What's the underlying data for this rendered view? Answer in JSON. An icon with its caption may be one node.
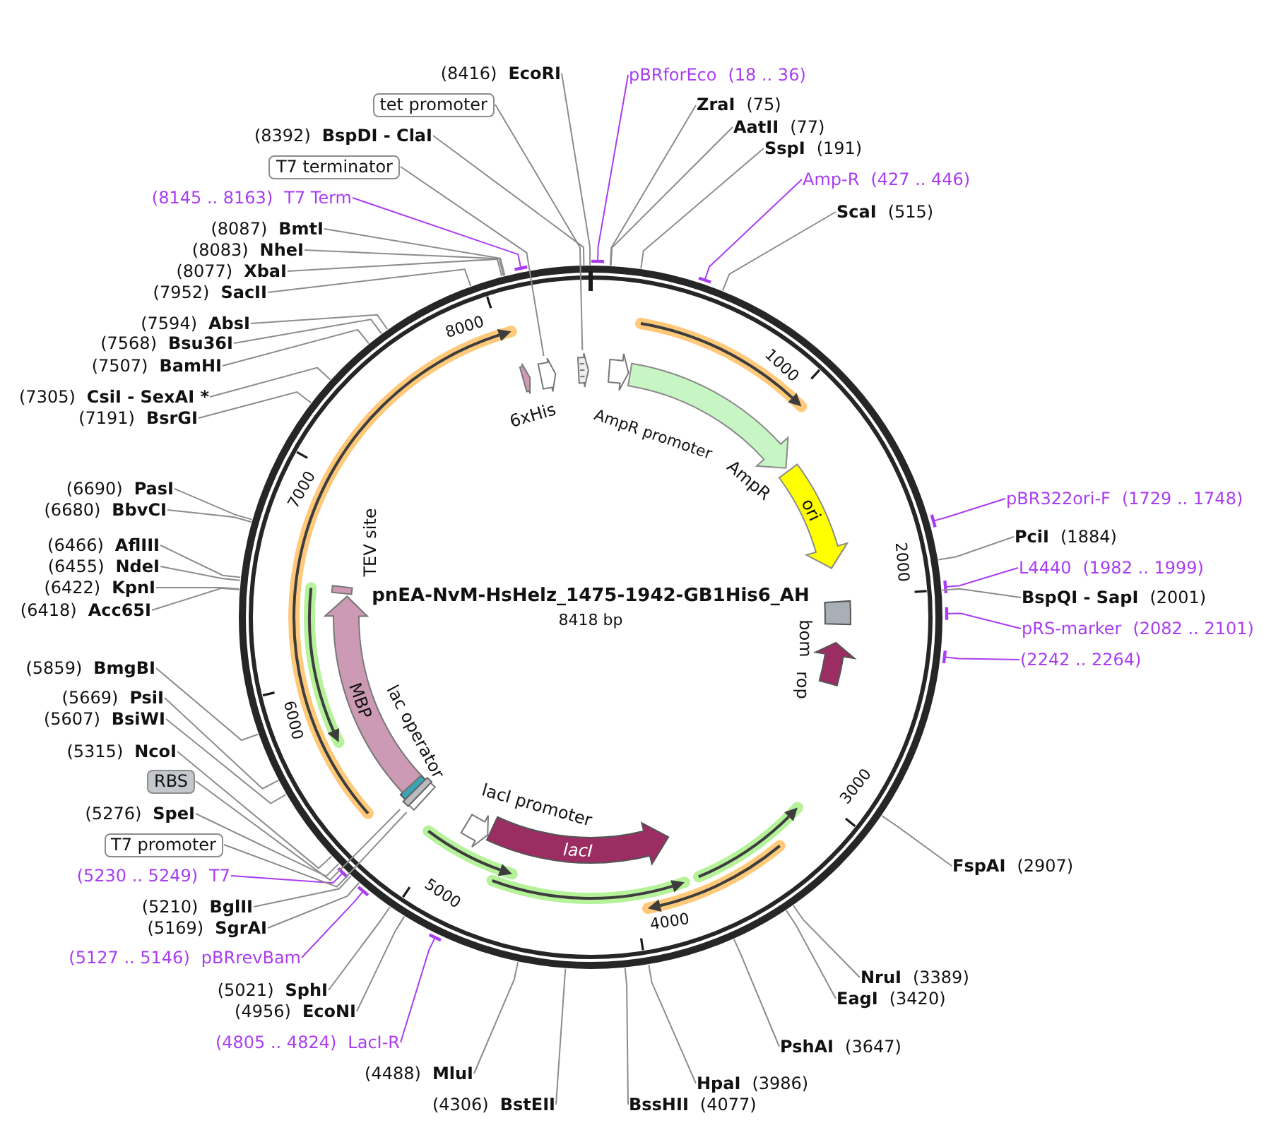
{
  "diagram": {
    "title": "pnEA-NvM-HsHelz_1475-1942-GB1His6_AH",
    "nodes": [
      {
        "text": [
          "pBRforEco",
          "(18 .. 36)"
        ]
      },
      {
        "text": [
          "ZraI",
          "(75)"
        ]
      },
      {
        "text": [
          "AatII",
          "(77)"
        ]
      },
      {
        "text": [
          "SspI",
          "(191)"
        ]
      },
      {
        "text": [
          "Amp-R",
          "(427 .. 446)"
        ]
      },
      {
        "text": [
          "ScaI",
          "(515)"
        ]
      },
      {
        "text": [
          "pBR322ori-F",
          "(1729 .. 1748)"
        ]
      },
      {
        "text": [
          "PciI",
          "(1884)"
        ]
      },
      {
        "text": [
          "L4440",
          "(1982 .. 1999)"
        ]
      },
      {
        "text": [
          "BspQI - SapI",
          "(2001)"
        ]
      },
      {
        "text": [
          "pRS-marker",
          "(2082 .. 2101)"
        ]
      },
      {
        "text": [
          "(2242 .. 2264)"
        ]
      },
      {
        "text": [
          "FspAI",
          "(2907)"
        ]
      },
      {
        "text": [
          "NruI",
          "(3389)"
        ]
      },
      {
        "text": [
          "EagI",
          "(3420)"
        ]
      },
      {
        "text": [
          "PshAI",
          "(3647)"
        ]
      },
      {
        "text": [
          "HpaI",
          "(3986)"
        ]
      },
      {
        "text": [
          "BssHII",
          "(4077)"
        ]
      },
      {
        "text": [
          "(4306)",
          "BstEII"
        ]
      },
      {
        "text": [
          "(4488)",
          "MluI"
        ]
      },
      {
        "text": [
          "(4805 .. 4824)",
          "LacI-R"
        ]
      },
      {
        "text": [
          "(4956)",
          "EcoNI"
        ]
      },
      {
        "text": [
          "(5021)",
          "SphI"
        ]
      },
      {
        "text": [
          "(5127 .. 5146)",
          "pBRrevBam"
        ]
      },
      {
        "text": [
          "(5169)",
          "SgrAI"
        ]
      },
      {
        "text": [
          "(5210)",
          "BglII"
        ]
      },
      {
        "text": [
          "(5230 .. 5249)",
          "T7"
        ]
      },
      {
        "text": [
          "T7 promoter"
        ]
      },
      {
        "text": [
          "(5276)",
          "SpeI"
        ]
      },
      {
        "text": [
          "RBS"
        ]
      },
      {
        "text": [
          "(5315)",
          "NcoI"
        ]
      },
      {
        "text": [
          "(5607)",
          "BsiWI"
        ]
      },
      {
        "text": [
          "(5669)",
          "PsiI"
        ]
      },
      {
        "text": [
          "(5859)",
          "BmgBI"
        ]
      },
      {
        "text": [
          "(6418)",
          "Acc65I"
        ]
      },
      {
        "text": [
          "(6422)",
          "KpnI"
        ]
      },
      {
        "text": [
          "(6455)",
          "NdeI"
        ]
      },
      {
        "text": [
          "(6466)",
          "AflIII"
        ]
      },
      {
        "text": [
          "(6680)",
          "BbvCI"
        ]
      },
      {
        "text": [
          "(6690)",
          "PasI"
        ]
      },
      {
        "text": [
          "(7191)",
          "BsrGI"
        ]
      },
      {
        "text": [
          "(7305)",
          "CsiI - SexAI *"
        ]
      },
      {
        "text": [
          "(7507)",
          "BamHI"
        ]
      },
      {
        "text": [
          "(7568)",
          "Bsu36I"
        ]
      },
      {
        "text": [
          "(7594)",
          "AbsI"
        ]
      },
      {
        "text": [
          "(7952)",
          "SacII"
        ]
      },
      {
        "text": [
          "(8077)",
          "XbaI"
        ]
      },
      {
        "text": [
          "(8083)",
          "NheI"
        ]
      },
      {
        "text": [
          "(8087)",
          "BmtI"
        ]
      },
      {
        "text": [
          "(8145 .. 8163)",
          "T7 Term"
        ]
      },
      {
        "text": [
          "T7 terminator"
        ]
      },
      {
        "text": [
          "(8392)",
          "BspDI - ClaI"
        ]
      },
      {
        "text": [
          "tet promoter"
        ]
      },
      {
        "text": [
          "(8416)",
          "EcoRI"
        ]
      },
      {
        "text": [
          "AmpR promoter"
        ]
      },
      {
        "text": [
          "AmpR"
        ]
      },
      {
        "text": [
          "ori"
        ]
      },
      {
        "text": [
          "bom"
        ]
      },
      {
        "text": [
          "rop"
        ]
      },
      {
        "text": [
          "lacI promoter"
        ]
      },
      {
        "text": [
          "lacI"
        ]
      },
      {
        "text": [],
        "shape": "box"
      },
      {
        "text": [
          "lac operator"
        ]
      },
      {
        "text": [],
        "shape": "box"
      },
      {
        "text": [
          "MBP"
        ]
      },
      {
        "text": [
          "TEV site"
        ]
      },
      {
        "text": [
          "6xHis"
        ]
      },
      {
        "text": [],
        "shape": "arrow"
      },
      {
        "text": [],
        "shape": "arrow"
      }
    ],
    "edges": [
      {
        "from": 0,
        "to": null,
        "arrow": "other",
        "color": "#a93df0"
      },
      {
        "from": 1,
        "to": null,
        "arrow": "none"
      },
      {
        "from": 2,
        "to": null,
        "arrow": "none"
      },
      {
        "from": 3,
        "to": null,
        "arrow": "none"
      },
      {
        "from": 4,
        "to": null,
        "arrow": "other",
        "color": "#a93df0"
      },
      {
        "from": 5,
        "to": null,
        "arrow": "none"
      },
      {
        "from": 6,
        "to": null,
        "arrow": "other",
        "color": "#a93df0"
      },
      {
        "from": 7,
        "to": null,
        "arrow": "none"
      },
      {
        "from": 8,
        "to": null,
        "arrow": "other",
        "color": "#a93df0"
      },
      {
        "from": 9,
        "to": null,
        "arrow": "none"
      },
      {
        "from": 10,
        "to": null,
        "arrow": "other",
        "color": "#a93df0"
      },
      {
        "from": 11,
        "to": null,
        "arrow": "other",
        "color": "#a93df0"
      },
      {
        "from": 12,
        "to": null,
        "arrow": "none"
      },
      {
        "from": 13,
        "to": null,
        "arrow": "none"
      },
      {
        "from": 14,
        "to": null,
        "arrow": "none"
      },
      {
        "from": 15,
        "to": null,
        "arrow": "none"
      },
      {
        "from": 16,
        "to": null,
        "arrow": "none"
      },
      {
        "from": 17,
        "to": null,
        "arrow": "none"
      },
      {
        "from": 18,
        "to": null,
        "arrow": "none"
      },
      {
        "from": 19,
        "to": null,
        "arrow": "none"
      },
      {
        "from": 20,
        "to": null,
        "arrow": "other",
        "color": "#a93df0"
      },
      {
        "from": 21,
        "to": null,
        "arrow": "none"
      },
      {
        "from": 22,
        "to": null,
        "arrow": "none"
      },
      {
        "from": 23,
        "to": null,
        "arrow": "other",
        "color": "#a93df0"
      },
      {
        "from": 24,
        "to": null,
        "arrow": "none"
      },
      {
        "from": 25,
        "to": null,
        "arrow": "none"
      },
      {
        "from": 26,
        "to": null,
        "arrow": "other",
        "color": "#a93df0"
      },
      {
        "from": 27,
        "to": 61,
        "arrow": "none"
      },
      {
        "from": 28,
        "to": null,
        "arrow": "none"
      },
      {
        "from": 29,
        "to": 63,
        "arrow": "none"
      },
      {
        "from": 30,
        "to": null,
        "arrow": "none"
      },
      {
        "from": 31,
        "to": null,
        "arrow": "none"
      },
      {
        "from": 32,
        "to": null,
        "arrow": "none"
      },
      {
        "from": 33,
        "to": null,
        "arrow": "none"
      },
      {
        "from": 34,
        "to": null,
        "arrow": "none"
      },
      {
        "from": 35,
        "to": null,
        "arrow": "none"
      },
      {
        "from": 36,
        "to": null,
        "arrow": "none"
      },
      {
        "from": 37,
        "to": null,
        "arrow": "none"
      },
      {
        "from": 38,
        "to": null,
        "arrow": "none"
      },
      {
        "from": 39,
        "to": null,
        "arrow": "none"
      },
      {
        "from": 40,
        "to": null,
        "arrow": "none"
      },
      {
        "from": 41,
        "to": null,
        "arrow": "none"
      },
      {
        "from": 42,
        "to": null,
        "arrow": "none"
      },
      {
        "from": 43,
        "to": null,
        "arrow": "none"
      },
      {
        "from": 44,
        "to": null,
        "arrow": "none"
      },
      {
        "from": 45,
        "to": null,
        "arrow": "none"
      },
      {
        "from": 46,
        "to": null,
        "arrow": "none"
      },
      {
        "from": 47,
        "to": null,
        "arrow": "none"
      },
      {
        "from": 48,
        "to": null,
        "arrow": "none"
      },
      {
        "from": 49,
        "to": null,
        "arrow": "other",
        "color": "#a93df0"
      },
      {
        "from": 50,
        "to": 67,
        "arrow": "none"
      },
      {
        "from": 51,
        "to": null,
        "arrow": "none"
      },
      {
        "from": 52,
        "to": 68,
        "arrow": "none"
      },
      {
        "from": 53,
        "to": null,
        "arrow": "none"
      }
    ],
    "labels": [
      "8418 bp",
      "1000",
      "2000",
      "3000",
      "4000",
      "5000",
      "6000",
      "7000",
      "8000"
    ]
  }
}
